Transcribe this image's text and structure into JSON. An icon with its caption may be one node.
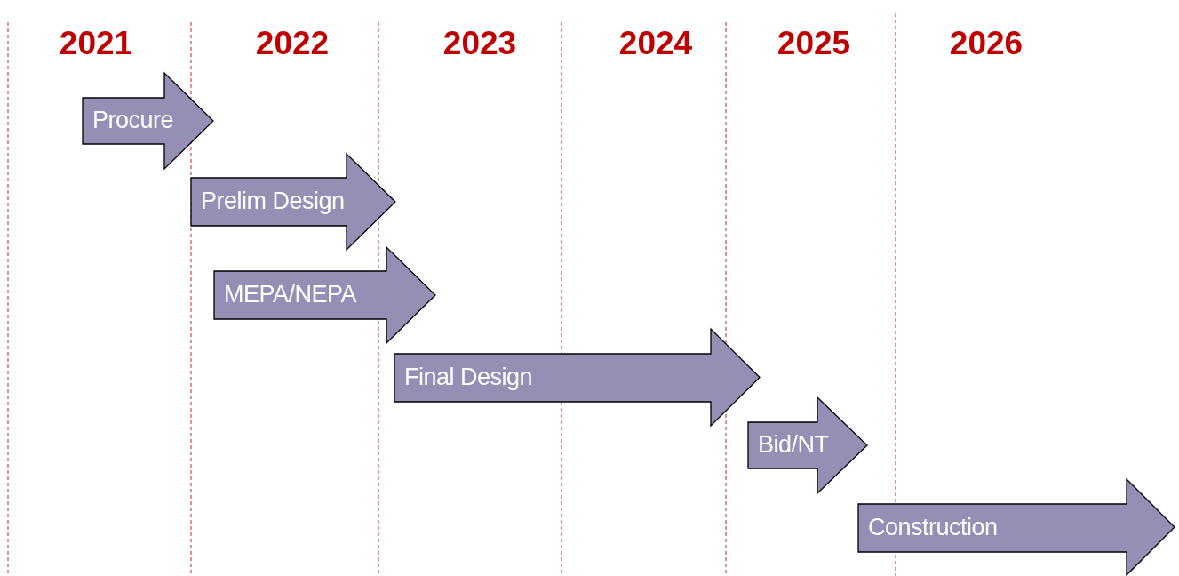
{
  "diagram": {
    "nodes": [
      {
        "text": [
          "Procure"
        ]
      },
      {
        "text": [
          "Prelim Design"
        ]
      },
      {
        "text": [
          "MEPA/NEPA"
        ]
      },
      {
        "text": [
          "Final Design"
        ]
      },
      {
        "text": [
          "Bid/NT"
        ]
      },
      {
        "text": [
          "Construction"
        ]
      }
    ],
    "labels": [
      "2021",
      "2022",
      "2023",
      "2024",
      "2025",
      "2026"
    ]
  }
}
